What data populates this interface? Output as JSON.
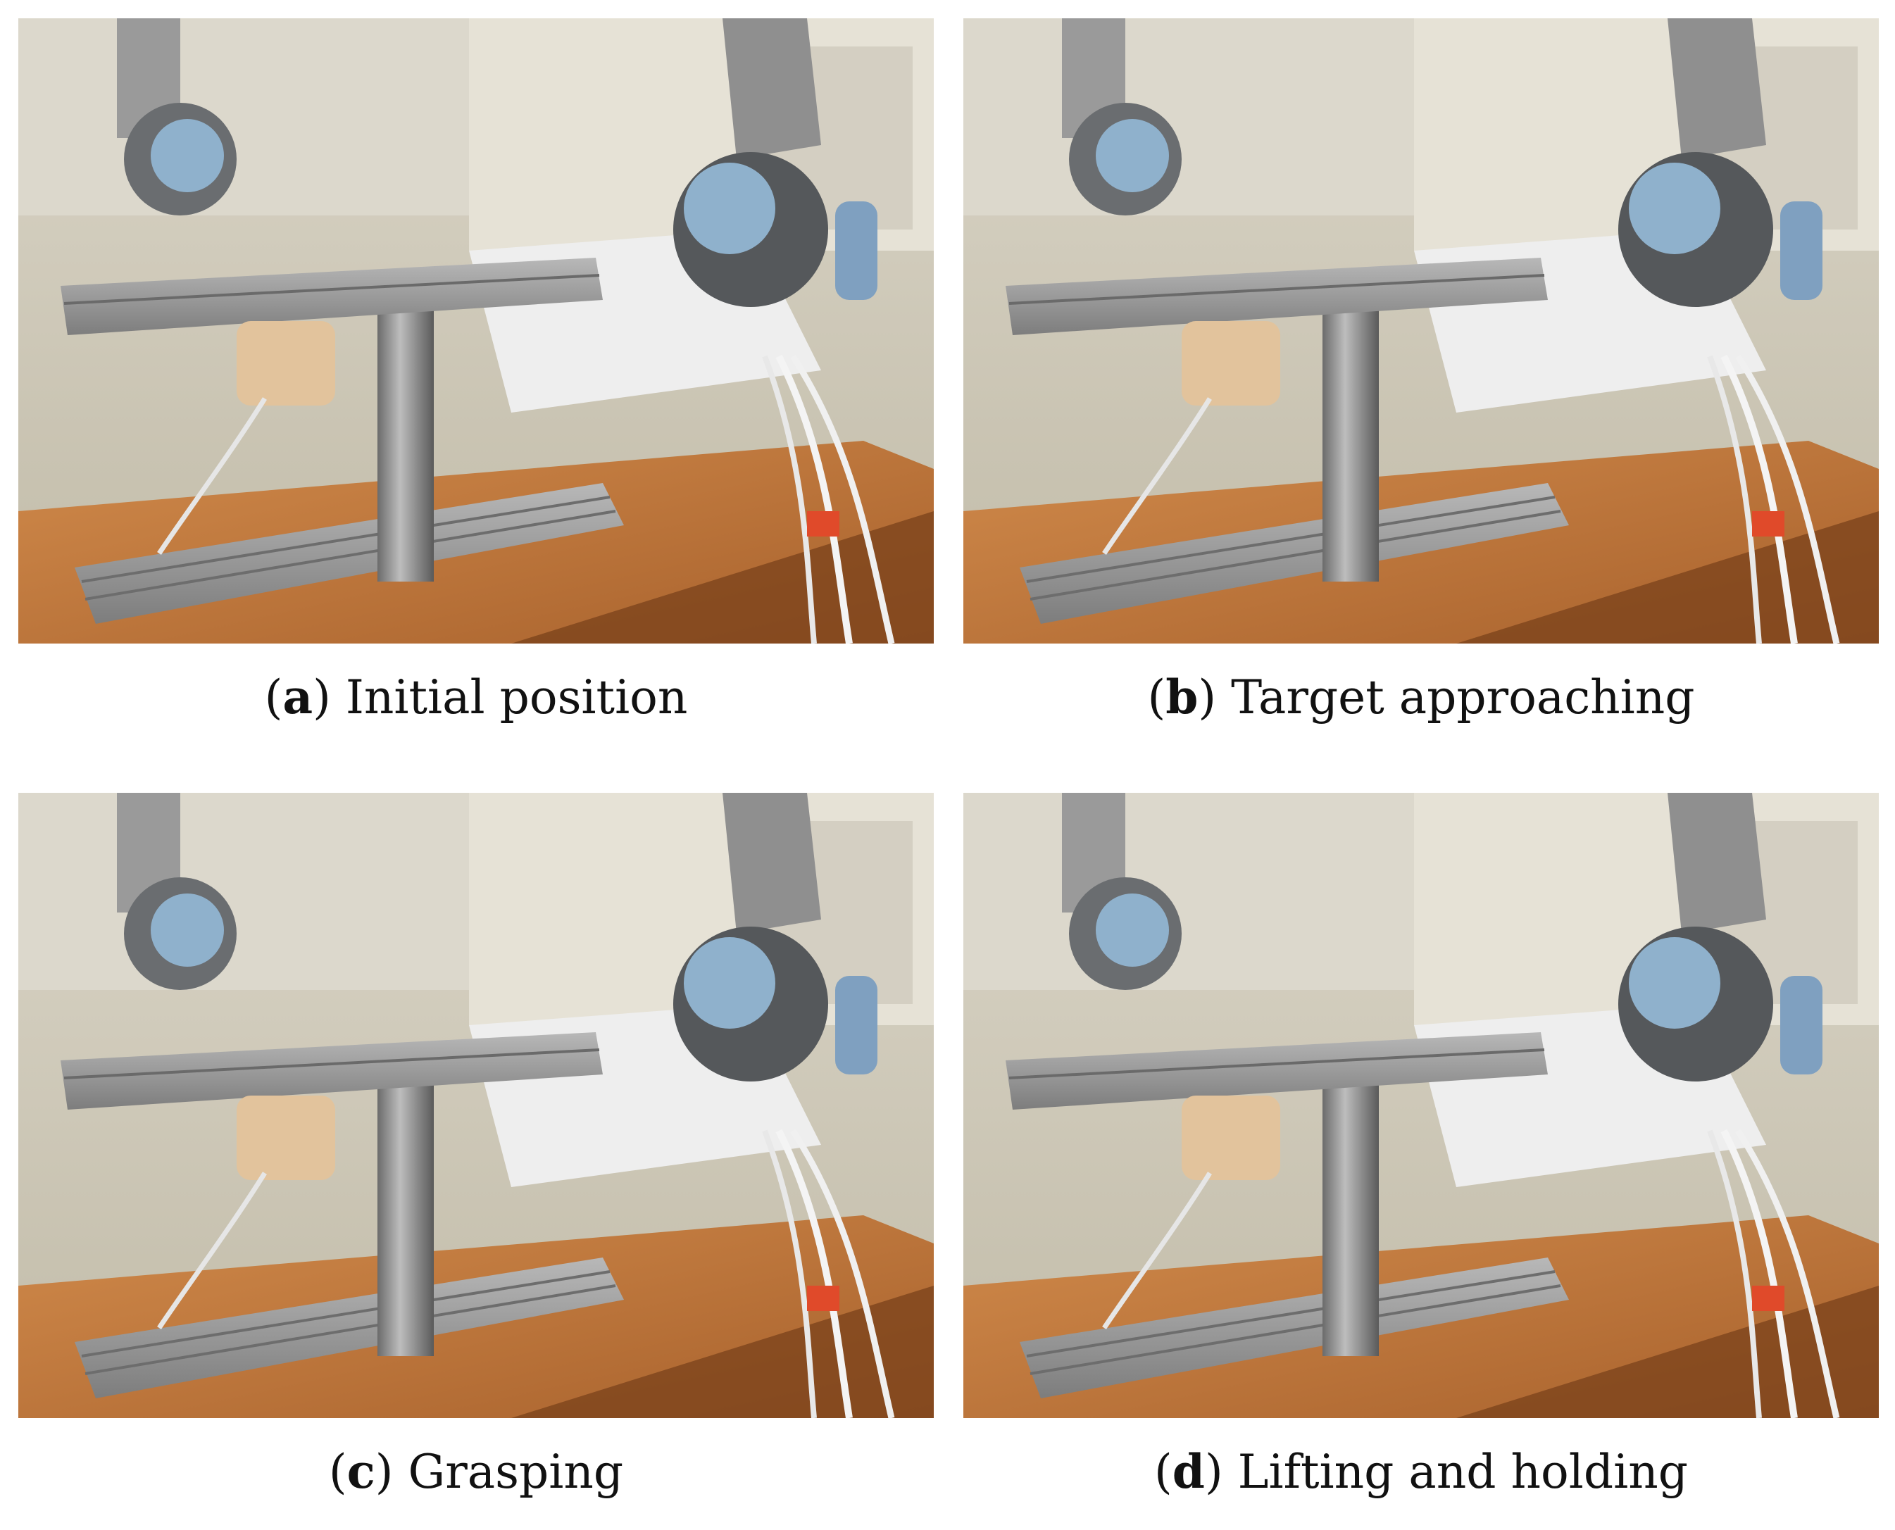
{
  "figure": {
    "panels": [
      {
        "label": "a",
        "caption": "Initial position"
      },
      {
        "label": "b",
        "caption": "Target approaching"
      },
      {
        "label": "c",
        "caption": "Grasping"
      },
      {
        "label": "d",
        "caption": "Lifting and holding"
      }
    ]
  }
}
